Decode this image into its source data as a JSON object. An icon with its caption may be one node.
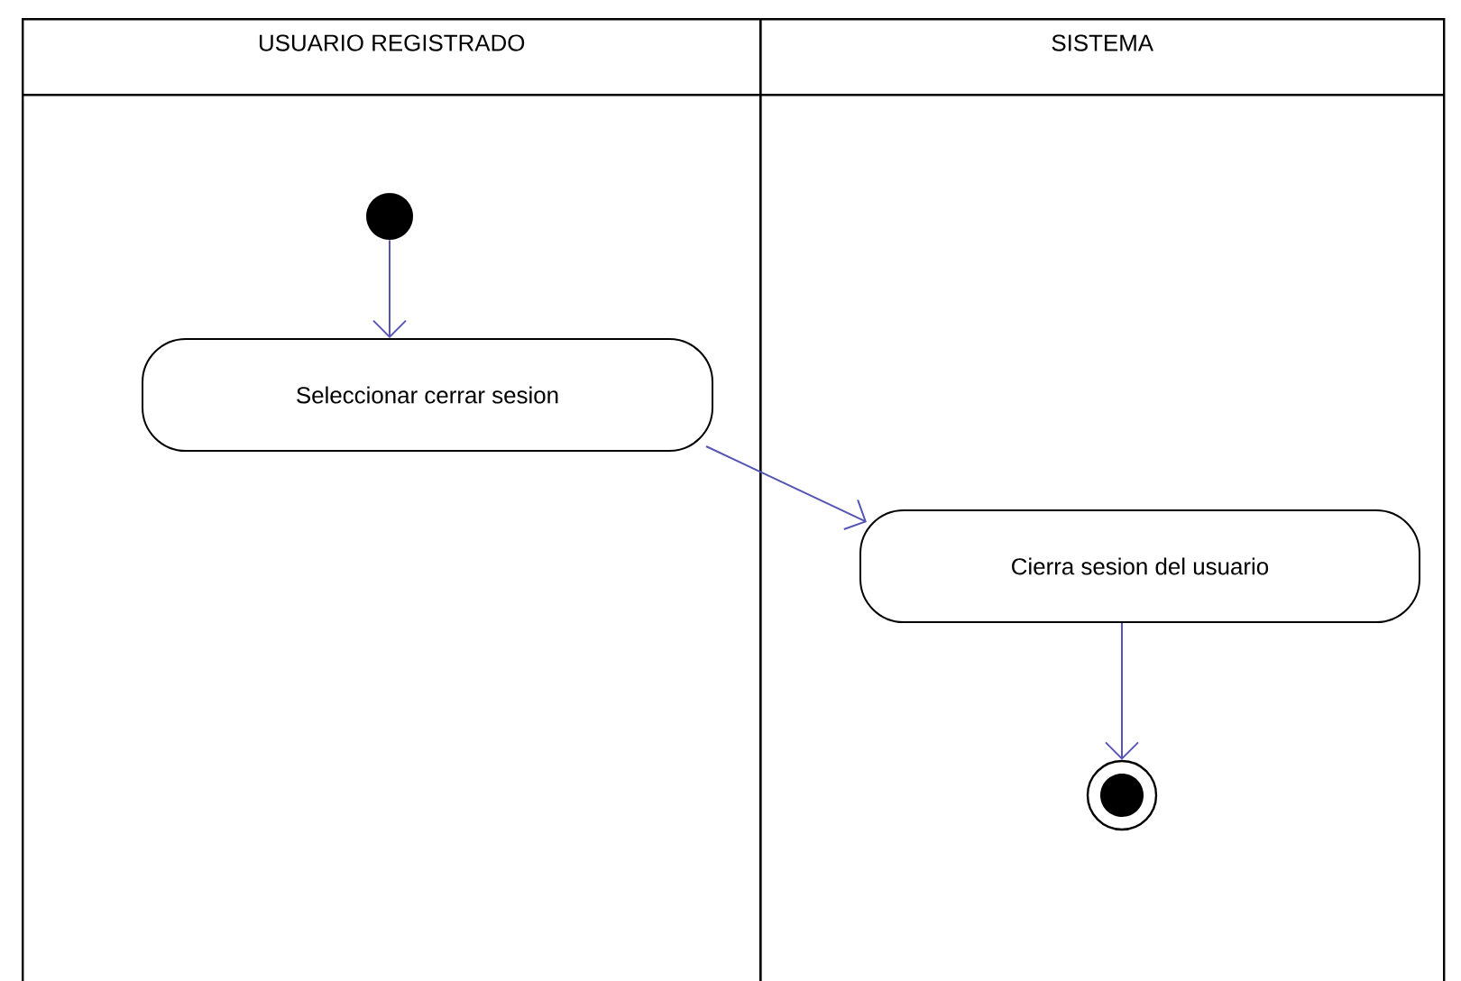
{
  "diagram": {
    "nodes": [
      {
        "text": [
          "USUARIO REGISTRADO"
        ]
      },
      {
        "text": [
          "SISTEMA"
        ]
      },
      {
        "text": [],
        "shape": "circle",
        "in": 0
      },
      {
        "text": [
          "Seleccionar cerrar sesion"
        ],
        "in": 0
      },
      {
        "text": [
          "Cierra sesion del usuario"
        ],
        "in": 1
      },
      {
        "text": [],
        "shape": "circle",
        "in": 1
      }
    ],
    "edges": [
      {
        "from": 2,
        "to": 3,
        "arrow": "to"
      },
      {
        "from": 3,
        "to": 4,
        "arrow": "to"
      },
      {
        "from": 4,
        "to": 5,
        "arrow": "to"
      }
    ]
  }
}
